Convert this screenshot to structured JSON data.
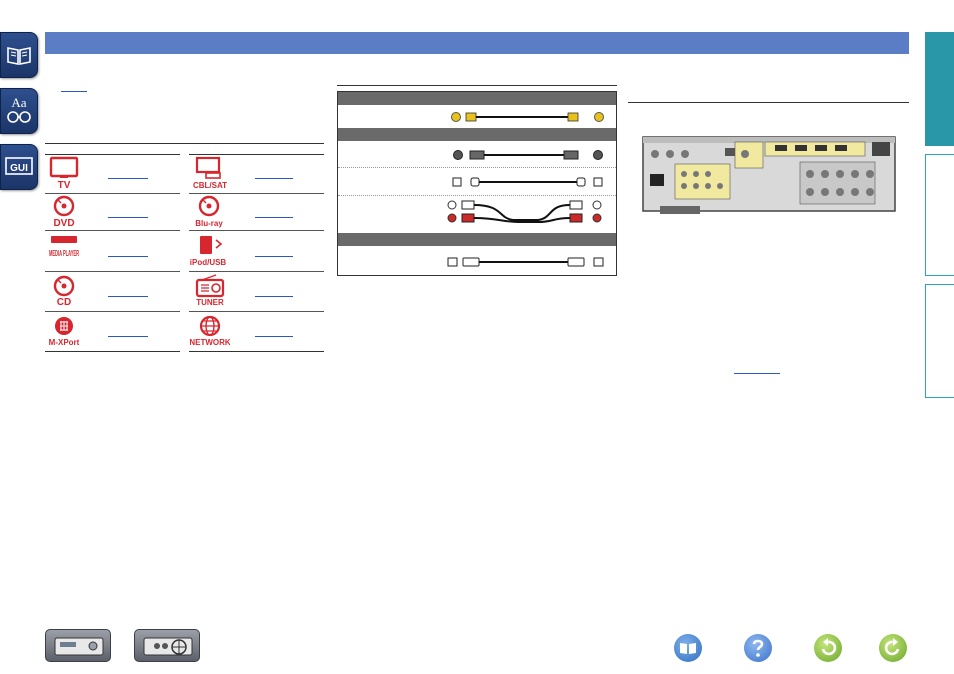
{
  "left_nav": [
    {
      "name": "contents-tab",
      "icon": "book-icon"
    },
    {
      "name": "index-tab",
      "icon": "aa-glasses-icon",
      "label": "Aa"
    },
    {
      "name": "gui-tab",
      "icon": "gui-icon",
      "label": "GUI"
    }
  ],
  "sources": {
    "left": [
      {
        "label": "TV",
        "icon": "tv-icon"
      },
      {
        "label": "DVD",
        "icon": "disc-icon"
      },
      {
        "label": "MEDIA PLAYER",
        "icon": "media-player-icon"
      },
      {
        "label": "CD",
        "icon": "cd-icon"
      },
      {
        "label": "M-XPort",
        "icon": "m-xport-icon"
      }
    ],
    "right": [
      {
        "label": "CBL/SAT",
        "icon": "cable-box-icon"
      },
      {
        "label": "Blu-ray",
        "icon": "disc-icon"
      },
      {
        "label": "iPod/USB",
        "icon": "ipod-usb-icon"
      },
      {
        "label": "TUNER",
        "icon": "radio-icon"
      },
      {
        "label": "NETWORK",
        "icon": "globe-icon"
      }
    ]
  },
  "cables": {
    "video": [
      {
        "name": "composite-video-cable",
        "connector_color": "#e8c21a"
      }
    ],
    "audio": [
      {
        "name": "coaxial-digital-cable",
        "connector_color": "#333333"
      },
      {
        "name": "optical-cable",
        "connector_color": "#ffffff"
      },
      {
        "name": "stereo-audio-cable",
        "connector_color": "#cc2a2a"
      }
    ],
    "network": [
      {
        "name": "ethernet-cable",
        "connector_color": "#ffffff"
      }
    ]
  },
  "colors": {
    "title_bar": "#5b7dc6",
    "nav_tab": "#1f3c78",
    "right_tab_active": "#2a97a8",
    "source_icon_red": "#d8262e",
    "link_blue": "#2a56c6"
  },
  "bottom_nav": [
    {
      "name": "front-panel-button",
      "icon": "front-panel-icon"
    },
    {
      "name": "remote-control-button",
      "icon": "rear-panel-icon"
    },
    {
      "name": "book-button",
      "icon": "book-icon"
    },
    {
      "name": "help-button",
      "icon": "question-icon"
    },
    {
      "name": "back-button",
      "icon": "back-arrow-icon"
    },
    {
      "name": "forward-button",
      "icon": "forward-arrow-icon"
    }
  ]
}
